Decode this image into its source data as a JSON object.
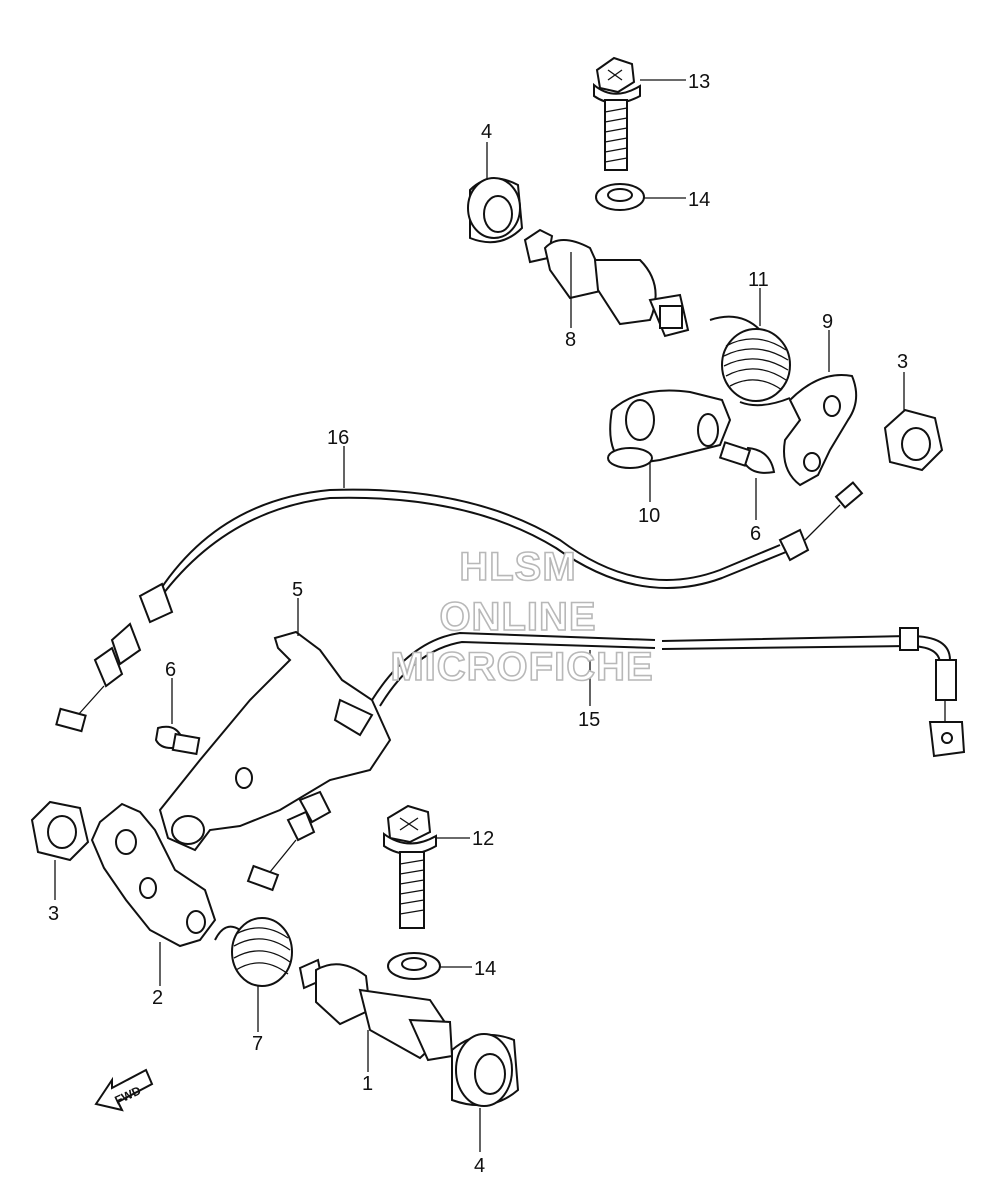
{
  "watermark": {
    "line1": "HLSM",
    "line2": "ONLINE",
    "line3": "MICROFICHE"
  },
  "fwd_label": "FWD",
  "callouts": [
    {
      "id": "c13",
      "label": "13"
    },
    {
      "id": "c14a",
      "label": "14"
    },
    {
      "id": "c4a",
      "label": "4"
    },
    {
      "id": "c8",
      "label": "8"
    },
    {
      "id": "c11",
      "label": "11"
    },
    {
      "id": "c9",
      "label": "9"
    },
    {
      "id": "c3a",
      "label": "3"
    },
    {
      "id": "c16",
      "label": "16"
    },
    {
      "id": "c10",
      "label": "10"
    },
    {
      "id": "c6a",
      "label": "6"
    },
    {
      "id": "c5",
      "label": "5"
    },
    {
      "id": "c6b",
      "label": "6"
    },
    {
      "id": "c15",
      "label": "15"
    },
    {
      "id": "c12",
      "label": "12"
    },
    {
      "id": "c14b",
      "label": "14"
    },
    {
      "id": "c3b",
      "label": "3"
    },
    {
      "id": "c2",
      "label": "2"
    },
    {
      "id": "c7",
      "label": "7"
    },
    {
      "id": "c1",
      "label": "1"
    },
    {
      "id": "c4b",
      "label": "4"
    }
  ]
}
